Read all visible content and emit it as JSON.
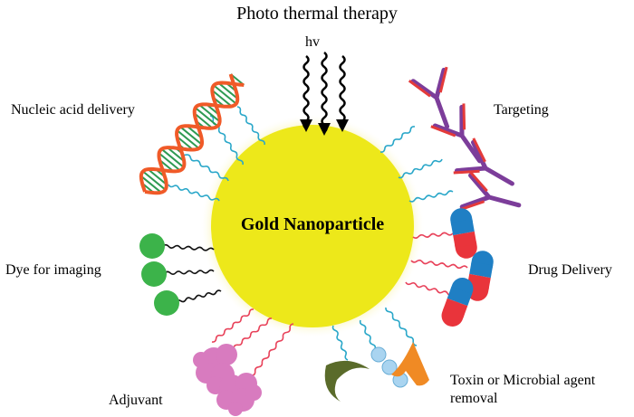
{
  "title": "Photo thermal therapy",
  "light_symbol": "hv",
  "center_label": "Gold Nanoparticle",
  "labels": {
    "nucleic_acid": "Nucleic acid delivery",
    "targeting": "Targeting",
    "dye": "Dye for imaging",
    "drug": "Drug Delivery",
    "adjuvant": "Adjuvant",
    "toxin_line1": "Toxin or Microbial agent",
    "toxin_line2": "removal"
  },
  "colors": {
    "nanoparticle": "#ede81a",
    "nanoparticle_glow": "#fbf7c8",
    "linker_cyan": "#2aa7c9",
    "linker_red": "#e8425a",
    "linker_black": "#111111",
    "dna_strand": "#f05a28",
    "dna_rung": "#2e9a52",
    "antibody_purple": "#7c3d9a",
    "antibody_red": "#e43a3a",
    "dye_green": "#3cb34a",
    "capsule_blue": "#1f7fc4",
    "capsule_red": "#e9343b",
    "adjuvant_pink": "#d87bbf",
    "bead_blue": "#a9d4f0",
    "crescent_olive": "#5a6b2a",
    "toxin_orange": "#f08a24"
  },
  "icons": [
    "wavy-light-arrow-icon",
    "dna-helix-icon",
    "antibody-icon",
    "dye-sphere-icon",
    "drug-capsule-icon",
    "adjuvant-cloud-icon",
    "crescent-icon",
    "bead-chain-icon",
    "toxin-cone-icon"
  ]
}
